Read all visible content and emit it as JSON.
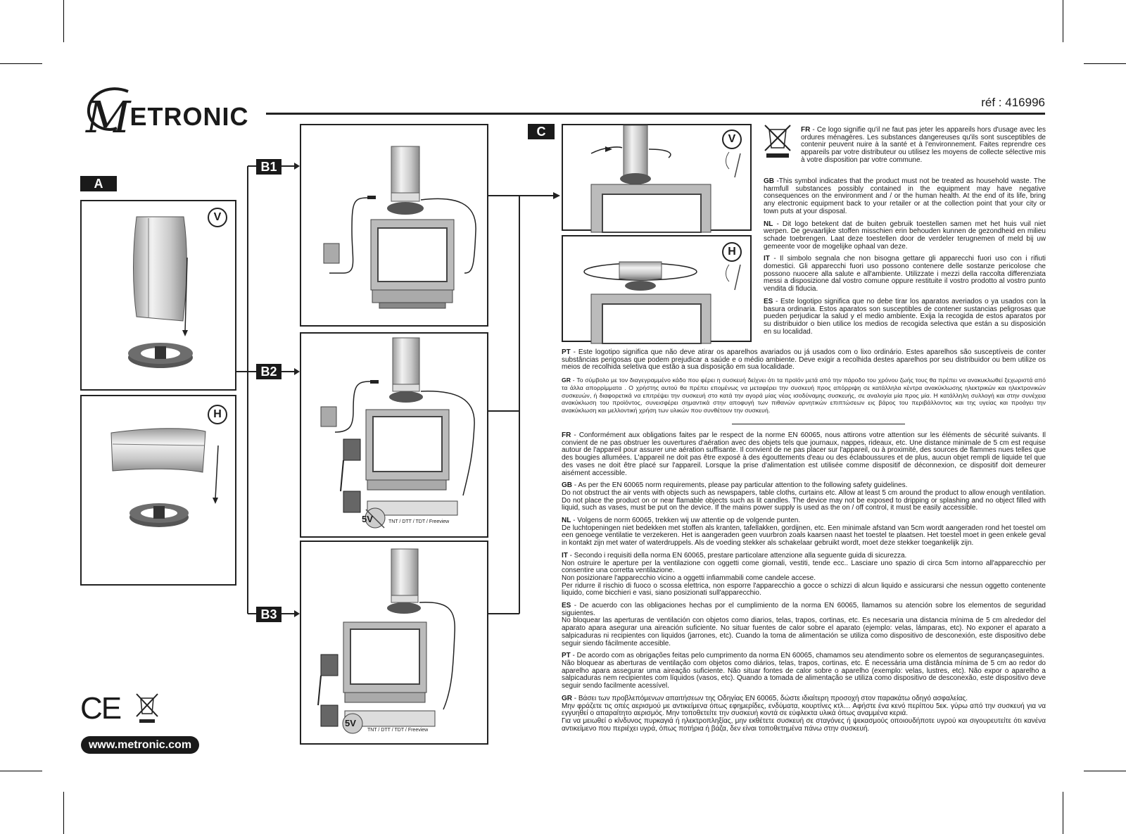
{
  "header": {
    "logo_initial": "M",
    "logo_rest": "ETRONIC",
    "reference": "réf : 416996"
  },
  "labels": {
    "a": "A",
    "b1": "B1",
    "b2": "B2",
    "b3": "B3",
    "c": "C",
    "vertical": "V",
    "horizontal": "H",
    "five_v": "5V",
    "decoder": "TNT / DTT / TDT / Freeview"
  },
  "recycling": {
    "fr_code": "FR",
    "fr": " - Ce logo signifie qu'il ne faut pas jeter les appareils hors d'usage avec les ordures ménagères. Les substances dangereuses qu'ils sont susceptibles de contenir peuvent nuire à la santé et à l'environnement. Faites reprendre ces appareils par votre distributeur ou utilisez les moyens de collecte sélective mis à votre disposition par votre commune.",
    "gb_code": "GB",
    "gb": " -This symbol indicates that the product must not be treated as household waste. The harmfull substances possibly contained in the equipment may have negative consequences on the environment and / or the human health. At the end of its life, bring any electronic equipment back to your retailer or at the collection point that your city or town puts at your disposal.",
    "nl_code": "NL",
    "nl": " - Dit logo betekent dat de buiten gebruik toestellen samen met het huis vuil niet werpen. De gevaarlijke stoffen misschien erin behouden kunnen de gezondheid en milieu schade toebrengen. Laat deze toestellen door de verdeler terugnemen of meld bij uw gemeente voor de mogelijke ophaal van deze.",
    "it_code": "IT",
    "it": " - Il simbolo segnala che non bisogna gettare gli apparecchi fuori uso con i rifiuti domestici. Gli apparecchi fuori uso possono contenere delle sostanze pericolose che possono nuocere alla salute e all'ambiente. Utilizzate i mezzi della raccolta differenziata messi a disposizione dal vostro comune oppure restituite il vostro prodotto al vostro punto vendita di fiducia.",
    "es_code": "ES",
    "es": " - Este logotipo significa que no debe tirar los aparatos averiados o ya usados con la basura ordinaria. Estos aparatos son susceptibles de contener sustancias peligrosas que pueden perjudicar la salud y el medio ambiente. Exija la recogida de estos aparatos por su distribuidor o bien utilice los medios de recogida selectiva que están a su disposición en su localidad.",
    "pt_code": "PT",
    "pt": " - Este logotipo significa que não deve atirar os aparelhos avariados ou já usados com o lixo ordinário. Estes aparelhos são susceptíveis de conter substâncias perigosas que podem prejudicar a saúde e o médio ambiente. Deve exigir a recolhida destes aparelhos por seu distribuidor ou bem utilize os meios de recolhida seletiva que estão a sua disposição em sua localidade.",
    "gr_code": "GR",
    "gr": " - Το σύμβολο με τον διαγεγραμμένο κάδο που φέρει η συσκευή δείχνει ότι τα προϊόν μετά από την πάροδο του χρόνου ζωής τους θα πρέπει να ανακυκλωθεί ξεχωριστά από τα άλλα απορρίμματα . Ο χρήστης αυτού θα πρέπει επομένως να μεταφέρει την συσκευή προς απόρριψη σε κατάλληλα κέντρα ανακύκλωσης ηλεκτρικών και ηλεκτρονικών συσκευών, ή διαφορετικά να επιτρέψει την συσκευή στο κατά την αγορά μίας νέας ισοδύναμης συσκευής, σε αναλογία μία προς μία. Η κατάλληλη συλλογή και στην συνέχεια ανακύκλωση του προϊόντος, συνεισφέρει σημαντικά στην αποφυγή των πιθανών αρνητικών επιπτώσεων εις βάρος του περιβάλλοντος και της υγείας και προάγει την ανακύκλωση και μελλοντική χρήση των υλικών που συνθέτουν την συσκευή."
  },
  "safety": {
    "fr_code": "FR",
    "fr": " - Conformément aux obligations faites par le respect de la norme EN 60065, nous attirons votre attention sur les éléments de sécurité suivants. Il convient de ne pas obstruer les ouvertures d'aération avec des objets tels que journaux, nappes, rideaux, etc. Une distance minimale de 5 cm est requise autour de l'appareil pour assurer une aération suffisante. Il convient de ne pas placer sur l'appareil, ou à proximité, des sources de flammes nues telles que des bougies allumées. L'appareil ne doit pas être exposé à des égouttements d'eau ou des éclaboussures et de plus, aucun objet rempli de liquide tel que des vases ne doit être placé sur l'appareil. Lorsque la prise d'alimentation est utilisée comme dispositif de déconnexion, ce dispositif doit demeurer aisément accessible.",
    "gb_code": "GB",
    "gb_intro": " - As per the EN 60065 norm requirements, please pay particular attention to the following safety guidelines.",
    "gb": "Do not obstruct the air vents with objects such as newspapers, table cloths, curtains etc. Allow at least 5 cm around the product to allow enough ventilation. Do not place the product on or near flamable objects such as lit candles. The device may not be exposed to dripping or splashing and no object filled with liquid, such as vases, must be put on the device. If the mains power supply is used as the on / off control, it must be easily accessible.",
    "nl_code": "NL",
    "nl_intro": " - Volgens de norm 60065, trekken wij uw attentie op de volgende punten.",
    "nl": "De luchtopeningen niet bedekken met stoffen als kranten, tafellakken, gordijnen, etc. Een minimale afstand van 5cm wordt aangeraden rond het toestel om een genoege ventilatie te verzekeren. Het is aangeraden geen vuurbron zoals kaarsen naast het toestel te plaatsen. Het toestel moet in geen enkele geval in kontakt zijn met water of waterdruppels. Als de voeding stekker als schakelaar gebruikt wordt, moet deze stekker toegankelijk zijn.",
    "it_code": "IT",
    "it_intro": " - Secondo i requisiti della norma EN 60065, prestare particolare attenzione alla seguente guida di sicurezza.",
    "it_1": "Non ostruire le aperture per la ventilazione con oggetti come giornali, vestiti, tende ecc.. Lasciare uno spazio di circa 5cm intorno all'apparecchio per consentire una corretta ventilazione.",
    "it_2": "Non posizionare l'apparecchio vicino a oggetti infiammabili come candele accese.",
    "it_3": "Per ridurre il rischio di fuoco o scossa elettrica, non esporre l'apparecchio a gocce o schizzi di alcun liquido e assicurarsi che nessun oggetto contenente liquido, come bicchieri e vasi, siano posizionati sull'apparecchio.",
    "es_code": "ES",
    "es_intro": " - De acuerdo con las obligaciones hechas por el cumplimiento de la norma EN 60065, llamamos su atención sobre los elementos de seguridad siguientes.",
    "es": "No bloquear las aperturas de ventilación con objetos como diarios, telas, trapos, cortinas, etc. Es necesaria una distancia mínima de 5 cm alrededor del aparato apara asegurar una aireación suficiente. No situar fuentes de calor sobre el aparato (ejemplo: velas, lámparas, etc). No exponer el aparato a salpicaduras ni recipientes con liquidos (jarrones, etc). Cuando la toma de alimentación se utiliza como dispositivo de desconexión, este dispositivo debe seguir siendo fácilmente accesible.",
    "pt_code": "PT",
    "pt_intro": " - De acordo com as obrigações feitas pelo cumprimento da norma EN 60065, chamamos seu atendimento sobre os elementos de segurançaseguintes.",
    "pt": "Não bloquear as aberturas de ventilação com objetos como diários, telas, trapos, cortinas, etc. É necessária uma distância mínima de 5 cm ao redor do aparelho apara assegurar uma aireação suficiente. Não situar fontes de calor sobre o aparelho (exemplo: velas, lustres, etc). Não expor o aparelho a salpicaduras nem recipientes com líquidos (vasos, etc). Quando a tomada de alimentação se utiliza como dispositivo de desconexão, este dispositivo deve seguir sendo facilmente acessível.",
    "gr_code": "GR",
    "gr_intro": " - Βάσει των προβλεπόμενων απαιτήσεων της Οδηγίας EN 60065, δώστε ιδιαίτερη προσοχή στον παρακάτω οδηγό ασφαλείας.",
    "gr_1": "Μην φράζετε τις οπές αερισμού με αντικείμενα όπως εφημερίδες, ενδύματα, κουρτίνες κτλ… Αφήστε ένα κενό περίπου 5εκ. γύρω από την συσκευή για να εγγυηθεί ο απαραίτητο αερισμός. Μην τοποθετείτε την συσκευή κοντά σε εύφλεκτα υλικά όπως αναμμένα κεριά.",
    "gr_2": "Για να μειωθεί ο κίνδυνος πυρκαγιά ή ηλεκτροπληξίας, μην εκθέτετε  συσκευή σε σταγόνες ή ψεκασμούς οποιουδήποτε υγρού και σιγουρευτείτε ότι κανένα αντικείμενο που περιέχει υγρά, όπως ποτήρια ή βάζα, δεν είναι τοποθετημένα πάνω στην συσκευή."
  },
  "footer": {
    "ce_mark": "CE",
    "website": "www.metronic.com"
  }
}
